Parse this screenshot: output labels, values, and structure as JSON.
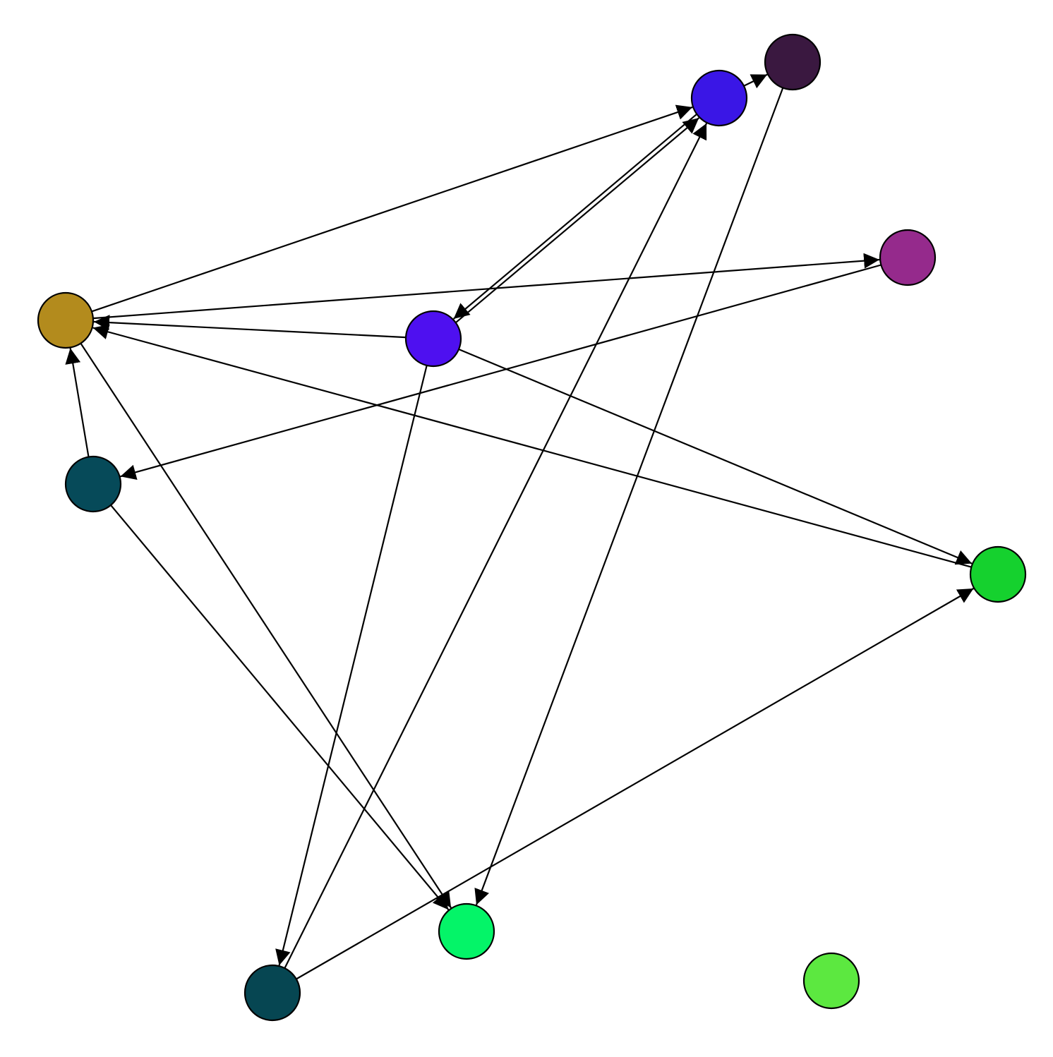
{
  "diagram": {
    "type": "directed-graph",
    "nodes": [
      {
        "id": "n0",
        "color": "#3a1840"
      },
      {
        "id": "n1",
        "color": "#3a16e6"
      },
      {
        "id": "n2",
        "color": "#952a8c"
      },
      {
        "id": "n3",
        "color": "#b38b1d"
      },
      {
        "id": "n4",
        "color": "#4e10f0"
      },
      {
        "id": "n5",
        "color": "#064a59"
      },
      {
        "id": "n6",
        "color": "#15d12e"
      },
      {
        "id": "n7",
        "color": "#04f468"
      },
      {
        "id": "n8",
        "color": "#064652"
      },
      {
        "id": "n9",
        "color": "#5ce840"
      }
    ],
    "edges": [
      {
        "from": "n1",
        "to": "n0"
      },
      {
        "from": "n3",
        "to": "n1"
      },
      {
        "from": "n1",
        "to": "n4"
      },
      {
        "from": "n4",
        "to": "n1"
      },
      {
        "from": "n8",
        "to": "n1"
      },
      {
        "from": "n0",
        "to": "n7"
      },
      {
        "from": "n3",
        "to": "n2"
      },
      {
        "from": "n2",
        "to": "n5"
      },
      {
        "from": "n4",
        "to": "n3"
      },
      {
        "from": "n6",
        "to": "n3"
      },
      {
        "from": "n5",
        "to": "n3"
      },
      {
        "from": "n3",
        "to": "n7"
      },
      {
        "from": "n4",
        "to": "n6"
      },
      {
        "from": "n4",
        "to": "n8"
      },
      {
        "from": "n5",
        "to": "n7"
      },
      {
        "from": "n8",
        "to": "n6"
      }
    ]
  }
}
